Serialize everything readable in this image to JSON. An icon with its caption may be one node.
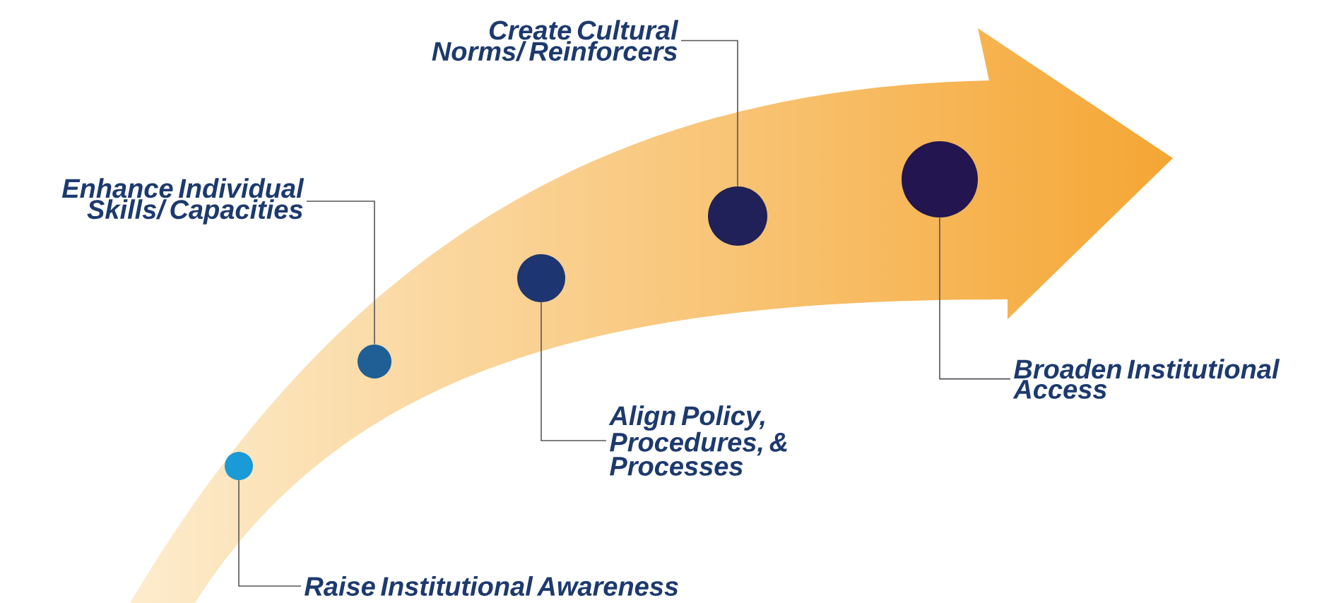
{
  "diagram": {
    "nodes": [
      {
        "text": [
          "Create Cultural Norms/ Reinforcers"
        ]
      },
      {
        "text": [
          "Enhance Individual Skills/ Capacities"
        ]
      },
      {
        "text": [
          "Align Policy, Procedures, & Processes"
        ]
      },
      {
        "text": [
          "Broaden Institutional Access"
        ]
      },
      {
        "text": [
          "Raise Institutional Awareness"
        ]
      },
      {
        "text": [],
        "shape": "circle"
      },
      {
        "text": [],
        "shape": "circle"
      },
      {
        "text": [],
        "shape": "circle"
      },
      {
        "text": [],
        "shape": "circle"
      },
      {
        "text": [],
        "shape": "circle"
      }
    ],
    "edges": [
      {
        "from": 0,
        "to": 8,
        "arrow": "none"
      },
      {
        "from": 1,
        "to": 6,
        "arrow": "none"
      },
      {
        "from": 2,
        "to": 7,
        "arrow": "none"
      },
      {
        "from": 3,
        "to": 9,
        "arrow": "none"
      },
      {
        "from": 4,
        "to": 5,
        "arrow": "none"
      }
    ]
  }
}
